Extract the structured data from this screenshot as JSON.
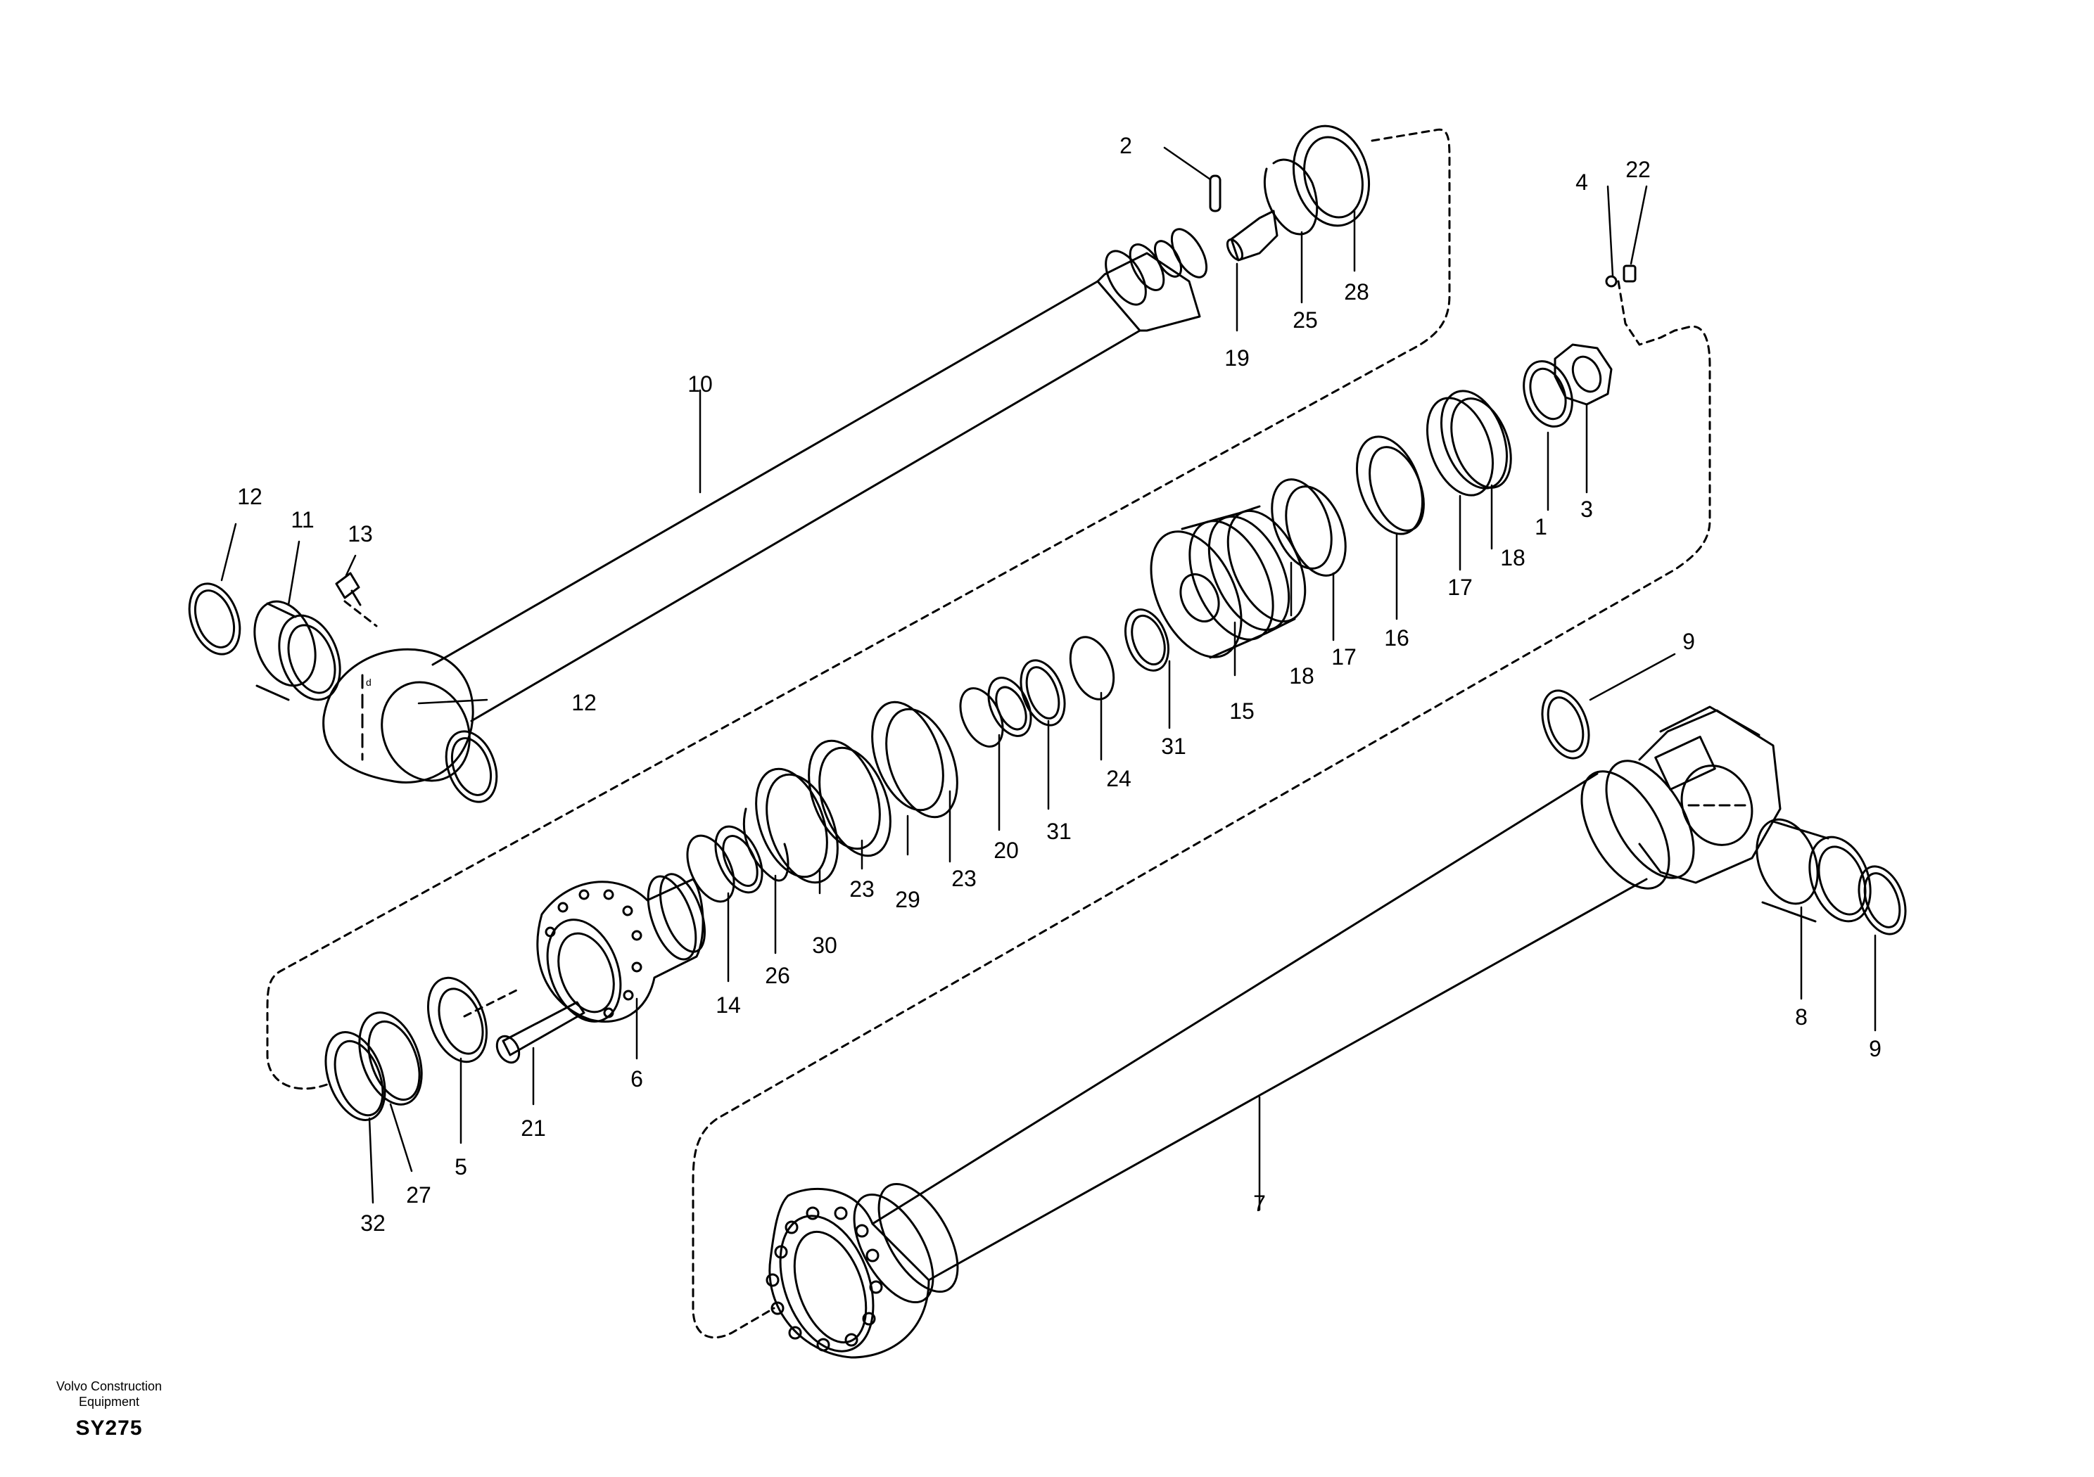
{
  "brand": {
    "line1": "Volvo Construction",
    "line2": "Equipment"
  },
  "drawing_code": "SY275",
  "part_labels": [
    "1",
    "2",
    "3",
    "4",
    "5",
    "6",
    "7",
    "8",
    "9",
    "9",
    "10",
    "11",
    "12",
    "12",
    "13",
    "14",
    "15",
    "16",
    "17",
    "17",
    "18",
    "18",
    "19",
    "20",
    "21",
    "22",
    "23",
    "23",
    "24",
    "25",
    "26",
    "27",
    "28",
    "29",
    "30",
    "31",
    "31",
    "32"
  ]
}
